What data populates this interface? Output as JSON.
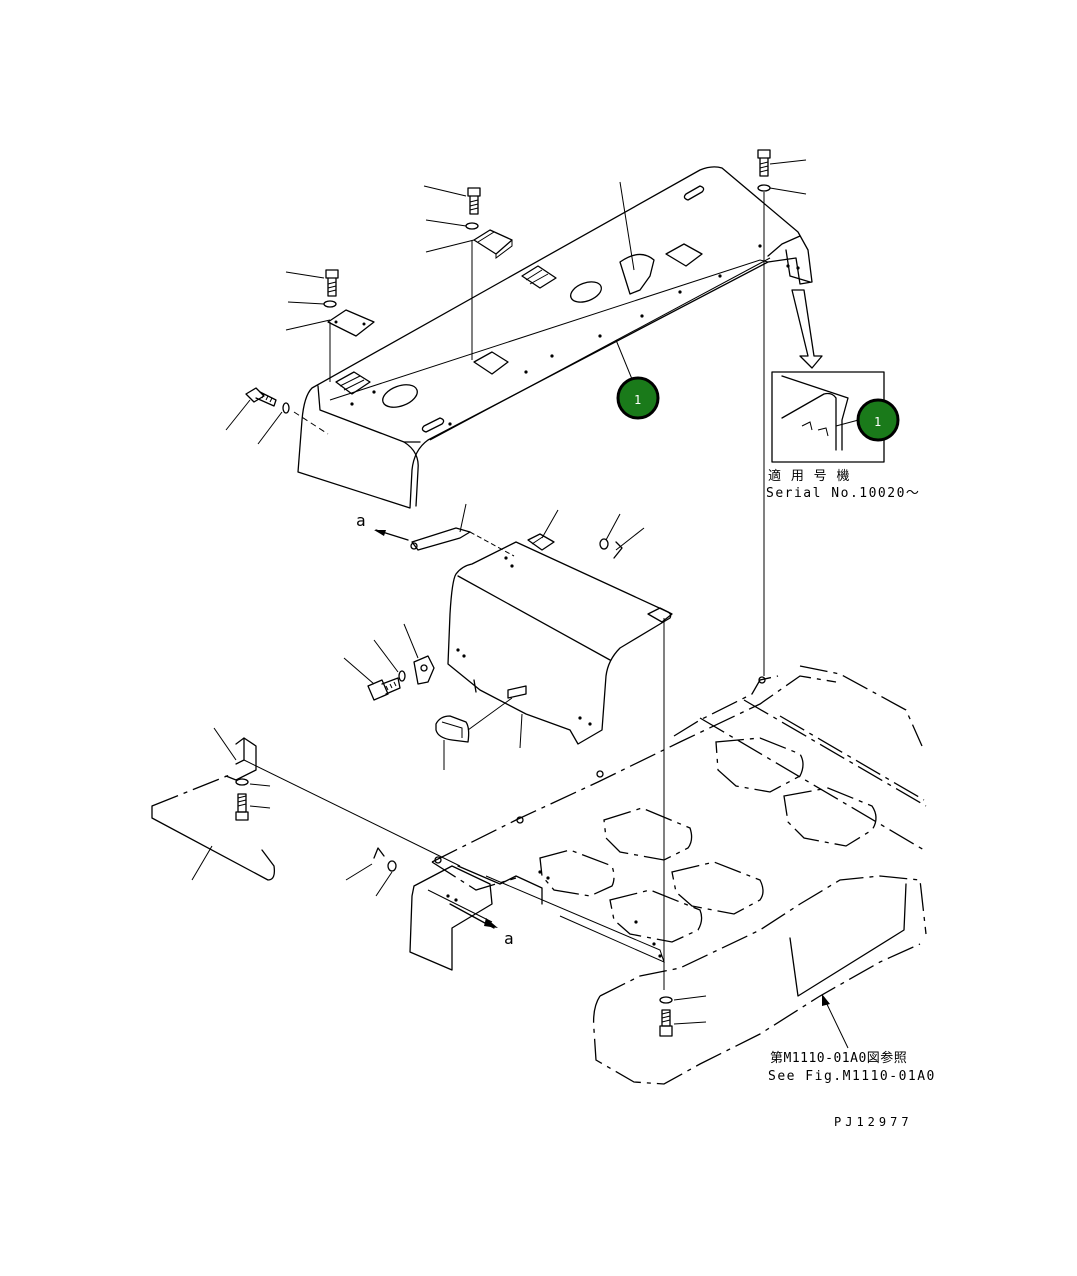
{
  "callouts": [
    {
      "id": "callout-1-main",
      "label": "1",
      "color": "#1a7a1a"
    },
    {
      "id": "callout-1-inset",
      "label": "1",
      "color": "#1a7a1a"
    }
  ],
  "inset": {
    "serial_jp": "適 用 号 機",
    "serial_en": "Serial No.10020～"
  },
  "view_markers": {
    "a_upper": "a",
    "a_lower": "a"
  },
  "reference": {
    "jp": "第M1110-01A0図参照",
    "en": "See Fig.M1110-01A0"
  },
  "drawing_id": "PJ12977"
}
